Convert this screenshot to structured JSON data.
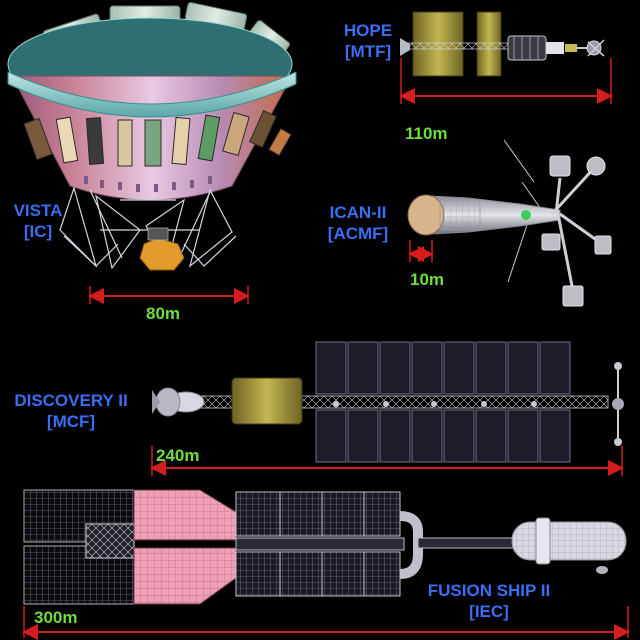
{
  "colors": {
    "background": "#000000",
    "label_blue": "#3b6ef5",
    "scale_green": "#6dde3c",
    "dimension_red": "#d41e1e",
    "solar_gold": "#a99d3c",
    "panel_dark": "#1a1b26",
    "radiator_pink": "#f0a0b4"
  },
  "ships": [
    {
      "key": "vista",
      "name": "VISTA",
      "type": "[IC]",
      "scale": "80m"
    },
    {
      "key": "hope",
      "name": "HOPE",
      "type": "[MTF]",
      "scale": "110m"
    },
    {
      "key": "ican",
      "name": "ICAN-II",
      "type": "[ACMF]",
      "scale": "10m"
    },
    {
      "key": "discovery",
      "name": "DISCOVERY II",
      "type": "[MCF]",
      "scale": "240m"
    },
    {
      "key": "fusion",
      "name": "FUSION SHIP II",
      "type": "[IEC]",
      "scale": "300m"
    }
  ]
}
